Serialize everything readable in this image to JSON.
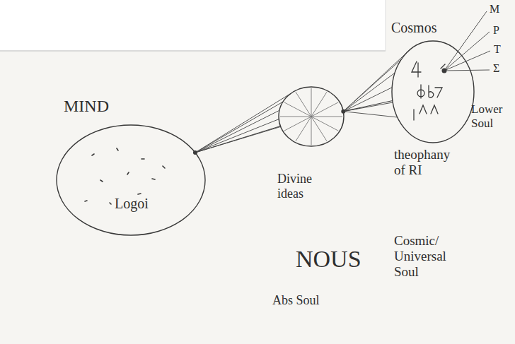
{
  "diagram": {
    "nodes": [
      {
        "text": [
          "MIND",
          "Logoi"
        ]
      },
      {
        "text": [
          "Divine ideas",
          "NOUS",
          "Abs Soul"
        ]
      },
      {
        "text": [
          "Cosmos",
          "theophany of RI",
          "Cosmic/ Universal Soul"
        ]
      }
    ],
    "edges": [
      {
        "from": 0,
        "to": 1,
        "arrow": "none"
      },
      {
        "from": 1,
        "to": 2,
        "arrow": "none"
      }
    ],
    "labels": [
      "M",
      "P",
      "T",
      "Σ",
      "Lower Soul"
    ]
  }
}
